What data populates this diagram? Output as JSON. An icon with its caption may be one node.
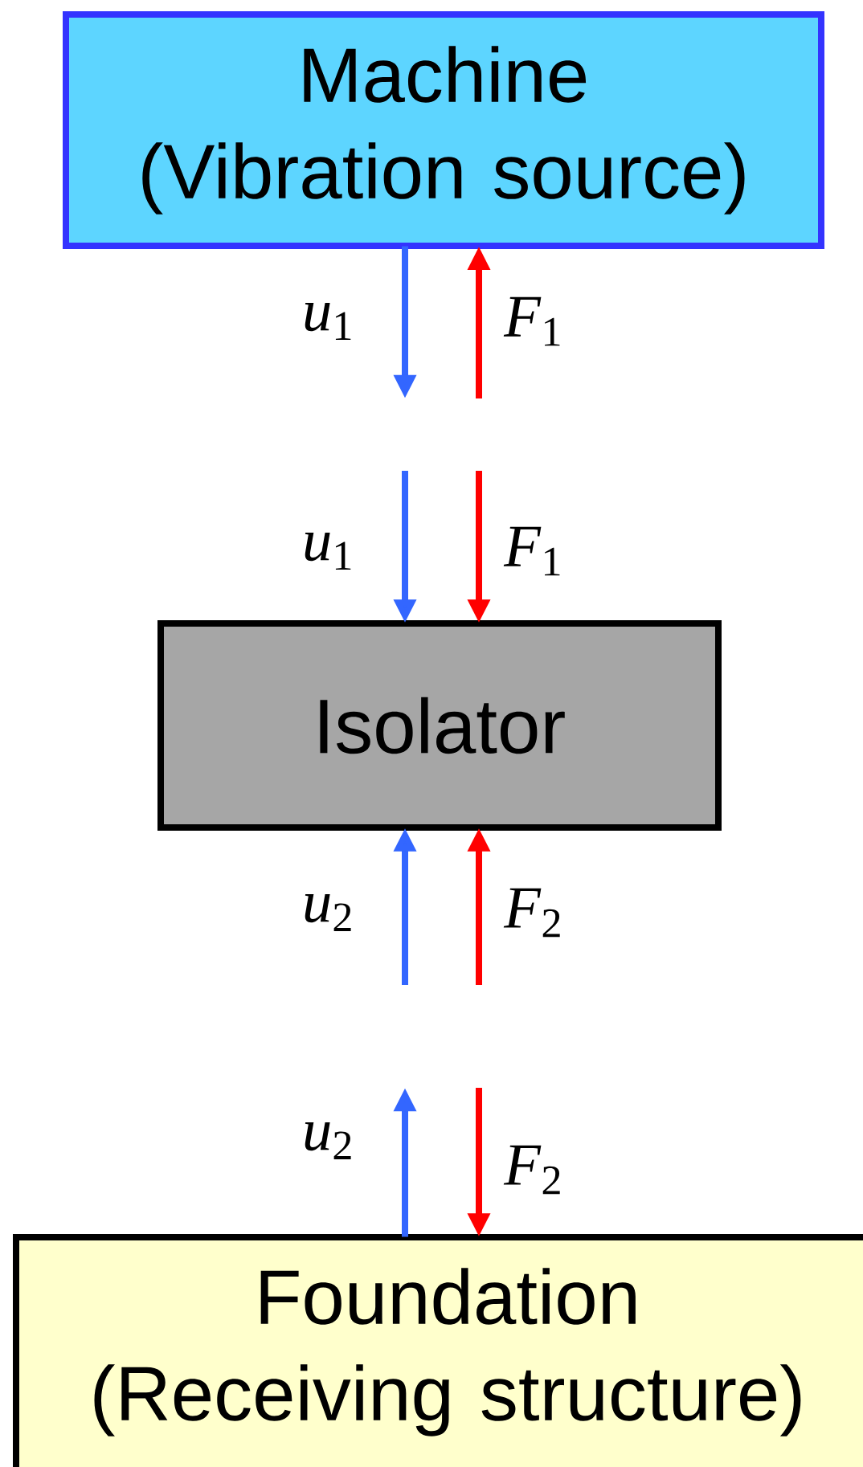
{
  "diagram": {
    "nodes": [
      {
        "text": [
          "Machine (Vibration source)"
        ]
      },
      {
        "text": [
          "Isolator"
        ]
      },
      {
        "text": [
          "Foundation (Receiving structure)"
        ]
      }
    ],
    "edges": [
      {
        "from": 0,
        "to": null,
        "arrow": "to",
        "label": "*u*$_{1}$",
        "color": "#3366ff"
      },
      {
        "from": null,
        "to": 0,
        "arrow": "to",
        "label": "*F*$_{1}$",
        "color": "#ff0000"
      },
      {
        "from": null,
        "to": 1,
        "arrow": "to",
        "label": "*u*$_{1}$",
        "color": "#3366ff"
      },
      {
        "from": null,
        "to": 1,
        "arrow": "to",
        "label": "*F*$_{1}$",
        "color": "#ff0000"
      },
      {
        "from": null,
        "to": 1,
        "arrow": "to",
        "label": "*u*$_{2}$",
        "color": "#3366ff"
      },
      {
        "from": null,
        "to": 1,
        "arrow": "to",
        "label": "*F*$_{2}$",
        "color": "#ff0000"
      },
      {
        "from": 2,
        "to": null,
        "arrow": "to",
        "label": "*u*$_{2}$",
        "color": "#3366ff"
      },
      {
        "from": null,
        "to": 2,
        "arrow": "to",
        "label": "*F*$_{2}$",
        "color": "#ff0000"
      }
    ]
  }
}
